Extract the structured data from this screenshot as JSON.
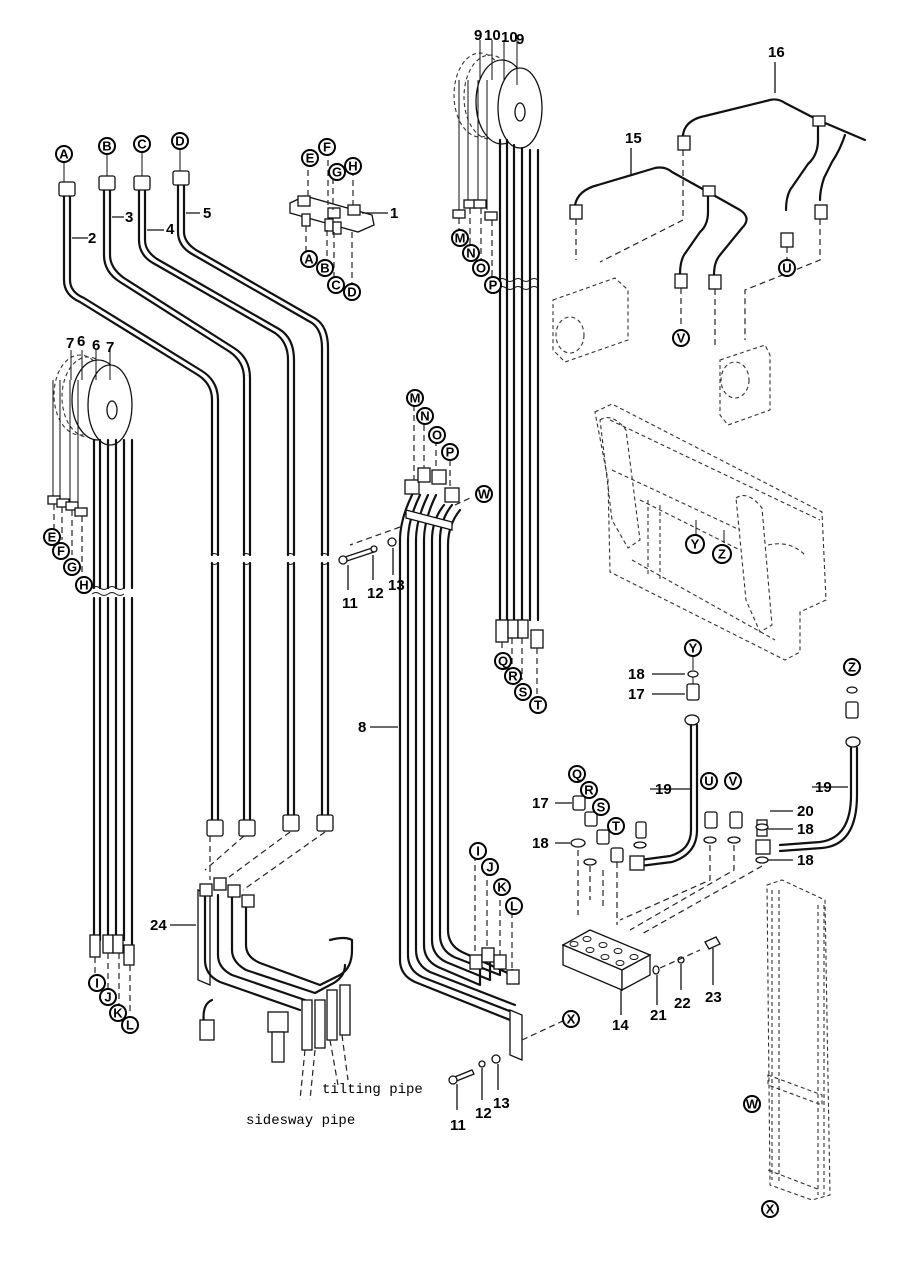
{
  "title": "Hydraulic piping exploded parts diagram",
  "part_numbers": {
    "p1": "1",
    "p2": "2",
    "p3": "3",
    "p4": "4",
    "p5": "5",
    "p6a": "6",
    "p6b": "6",
    "p7a": "7",
    "p7b": "7",
    "p8": "8",
    "p9a": "9",
    "p10a": "10",
    "p10b": "10",
    "p9b": "9",
    "p11a": "11",
    "p12a": "12",
    "p13a": "13",
    "p11b": "11",
    "p12b": "12",
    "p13b": "13",
    "p14": "14",
    "p15": "15",
    "p16": "16",
    "p17a": "17",
    "p17b": "17",
    "p18a": "18",
    "p18b": "18",
    "p18c": "18",
    "p18d": "18",
    "p19a": "19",
    "p19b": "19",
    "p20": "20",
    "p21": "21",
    "p22": "22",
    "p23": "23",
    "p24": "24"
  },
  "connection_markers": {
    "top_pipes": [
      "A",
      "B",
      "C",
      "D"
    ],
    "block1_top": [
      "E",
      "F",
      "G",
      "H"
    ],
    "block1_bottom": [
      "A",
      "B",
      "C",
      "D"
    ],
    "left_reel_top": [
      "E",
      "F",
      "G",
      "H"
    ],
    "left_reel_bottom": [
      "I",
      "J",
      "K",
      "L"
    ],
    "right_reel_top": [
      "M",
      "N",
      "O",
      "P"
    ],
    "right_reel_bottom": [
      "Q",
      "R",
      "S",
      "T"
    ],
    "pipe8_top": [
      "M",
      "N",
      "O",
      "P"
    ],
    "pipe8_top_clamp": "W",
    "pipe8_bottom": [
      "I",
      "J",
      "K",
      "L"
    ],
    "pipe8_bracket": "X",
    "pipe15_end": "V",
    "pipe16_end": "U",
    "frame": [
      "Y",
      "Z"
    ],
    "hose_left_top": "Y",
    "hose_right_top": "Z",
    "manifold_inputs": [
      "Q",
      "R",
      "S",
      "T",
      "U",
      "V"
    ],
    "mast": [
      "W",
      "X"
    ]
  },
  "annotations": {
    "tilting": "tilting pipe",
    "sideway": "sidesway pipe"
  }
}
